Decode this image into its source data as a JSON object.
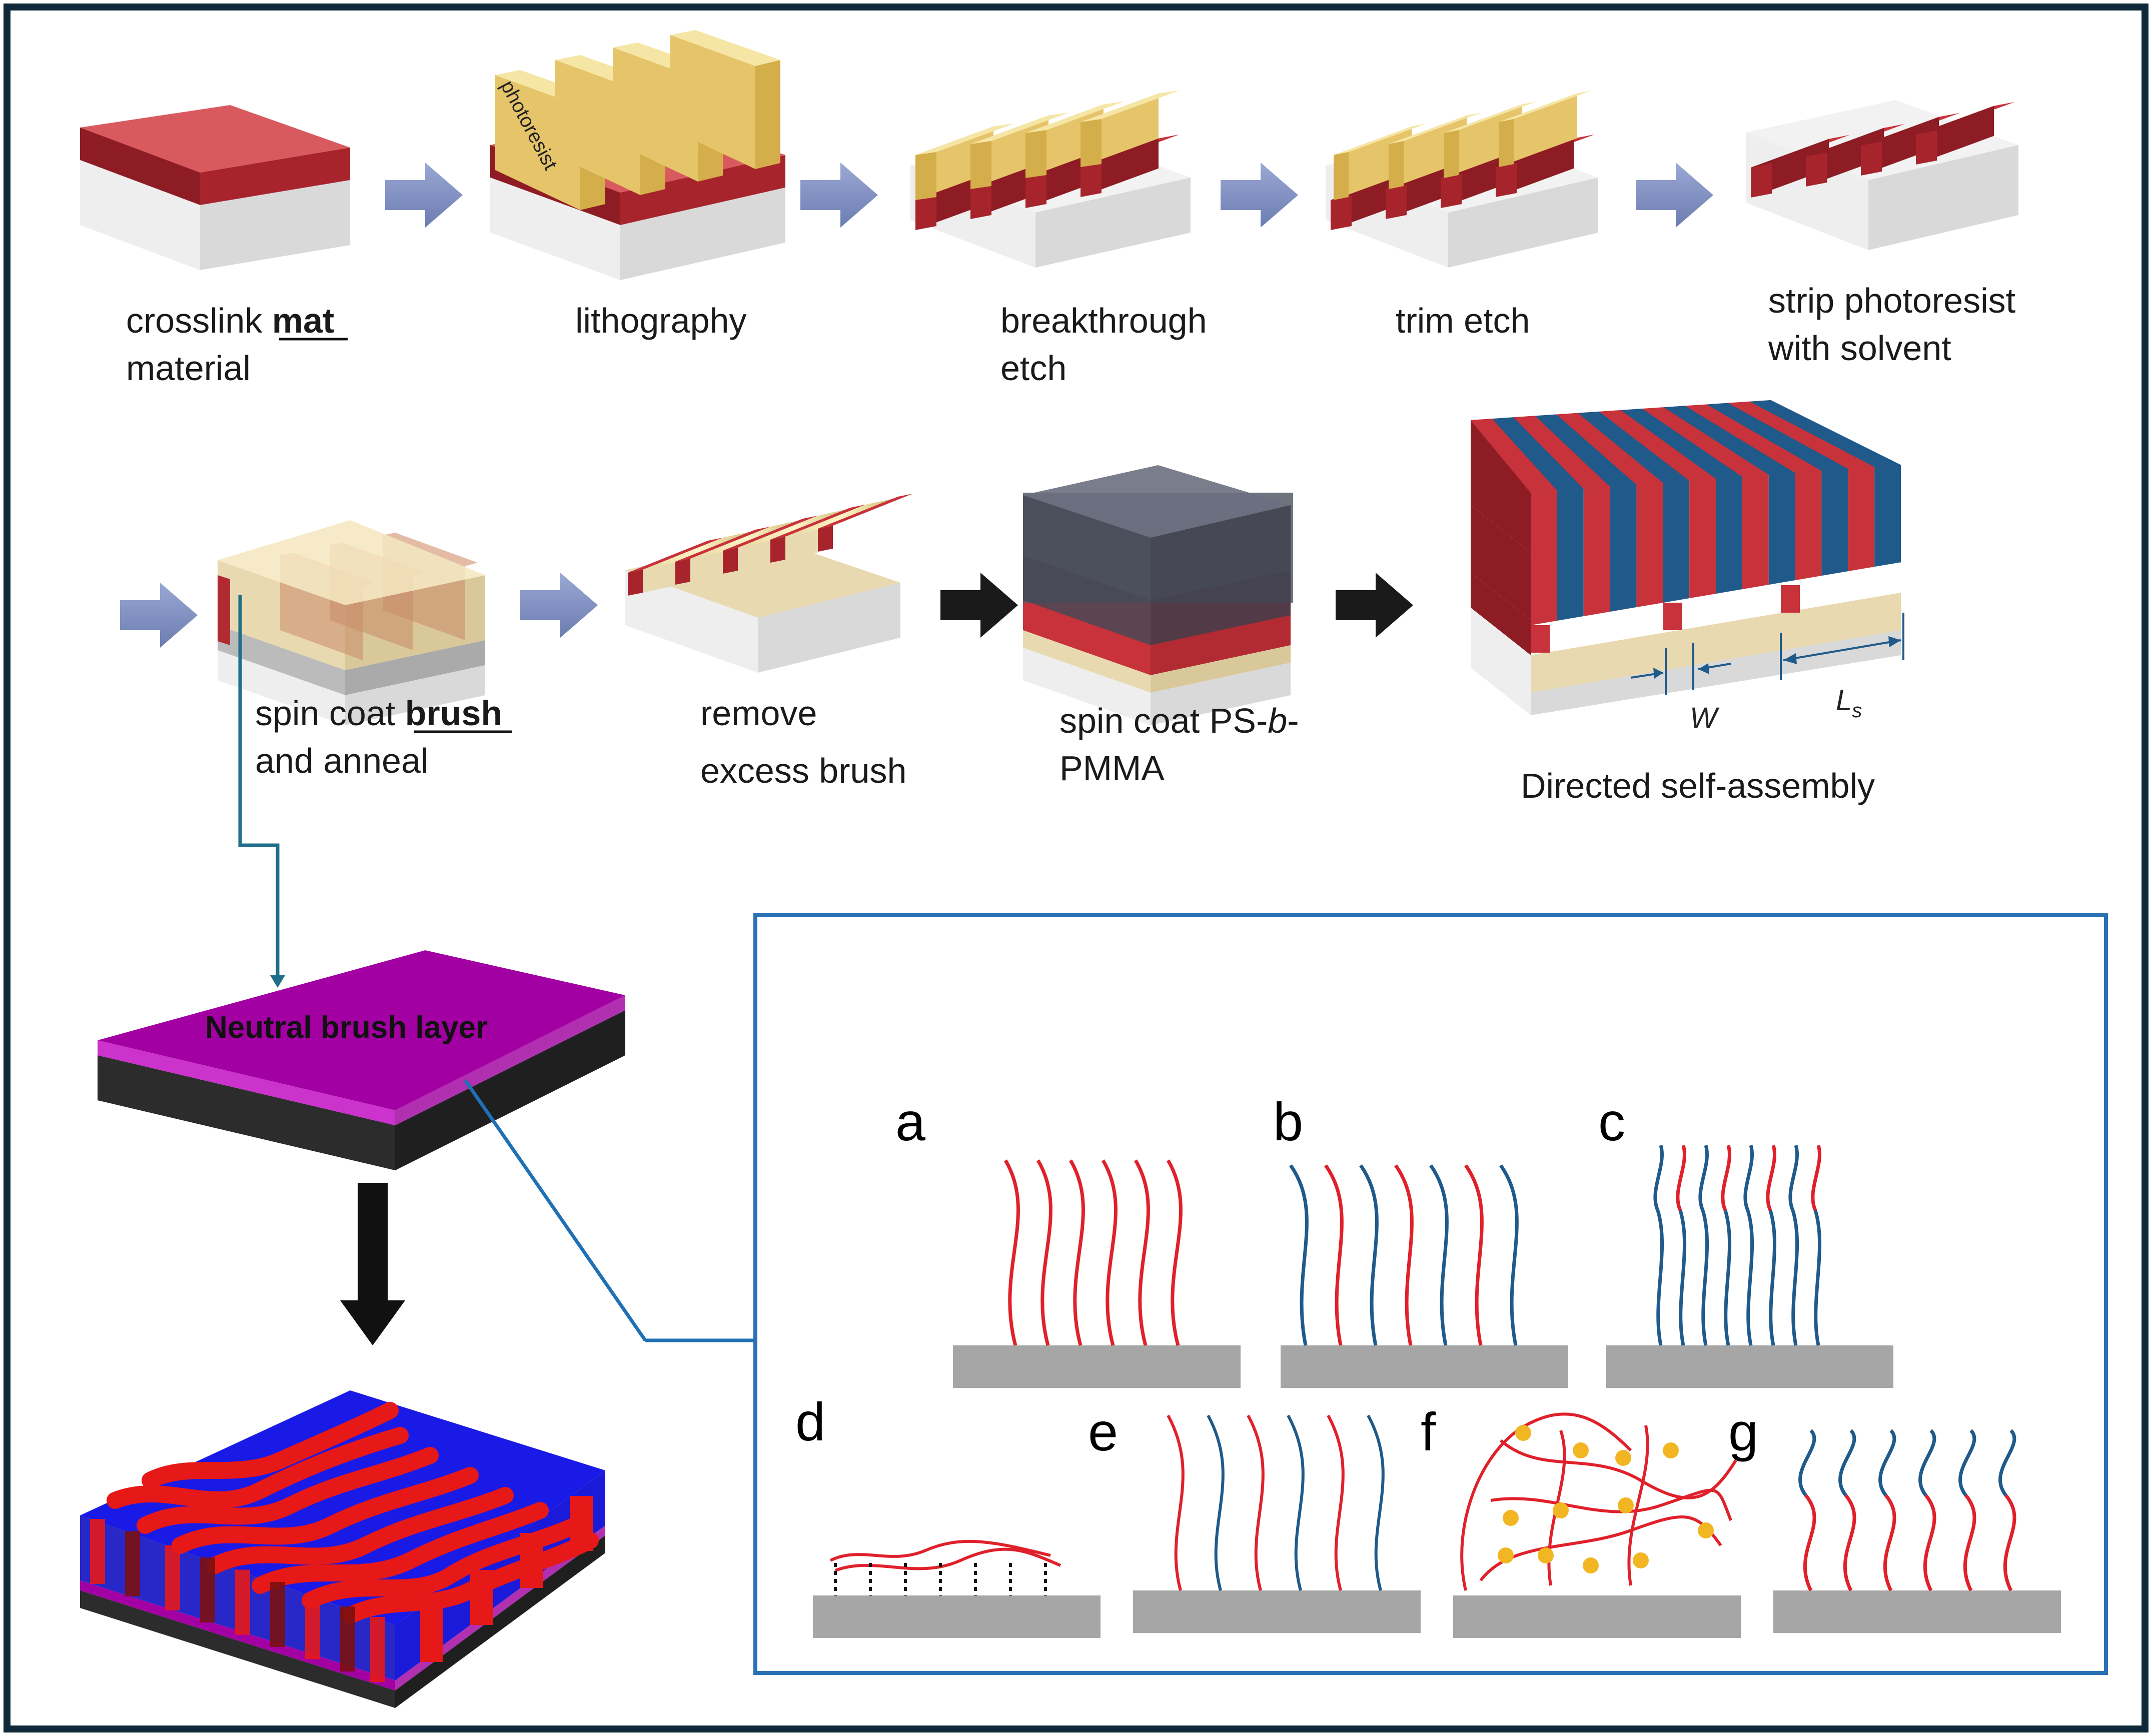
{
  "steps_row1": [
    {
      "line1": "crosslink ",
      "bold": "mat",
      "line2": "material"
    },
    {
      "line1": "lithography",
      "bold": "",
      "line2": ""
    },
    {
      "line1": "breakthrough",
      "bold": "",
      "line2": "etch"
    },
    {
      "line1": "trim etch",
      "bold": "",
      "line2": ""
    },
    {
      "line1": "strip photoresist",
      "bold": "",
      "line2": "with solvent"
    }
  ],
  "photoresist_label": "photoresist",
  "steps_row2": [
    {
      "line1": "spin coat ",
      "bold": "brush",
      "line2": "and anneal"
    },
    {
      "line1": "remove",
      "line2": "excess brush"
    },
    {
      "line1": "spin coat PS-",
      "italic": "b",
      "line1_end": "-",
      "line2": "PMMA"
    },
    {
      "line1": "Directed self-assembly",
      "line2": ""
    }
  ],
  "dimension_labels": {
    "w": "W",
    "ls": "L",
    "ls_sub": "s"
  },
  "neutral_label": "Neutral brush layer",
  "panel_letters": [
    "a",
    "b",
    "c",
    "d",
    "e",
    "f",
    "g"
  ],
  "colors": {
    "red": "#c8323a",
    "blue": "#1f5a8a",
    "yellow": "#f2d97a",
    "purple": "#a200a2",
    "arrow_light": "#7b8cbf",
    "arrow_dark": "#1a1a1a",
    "border": "#0e2a3a",
    "inset_border": "#2a70b4"
  }
}
